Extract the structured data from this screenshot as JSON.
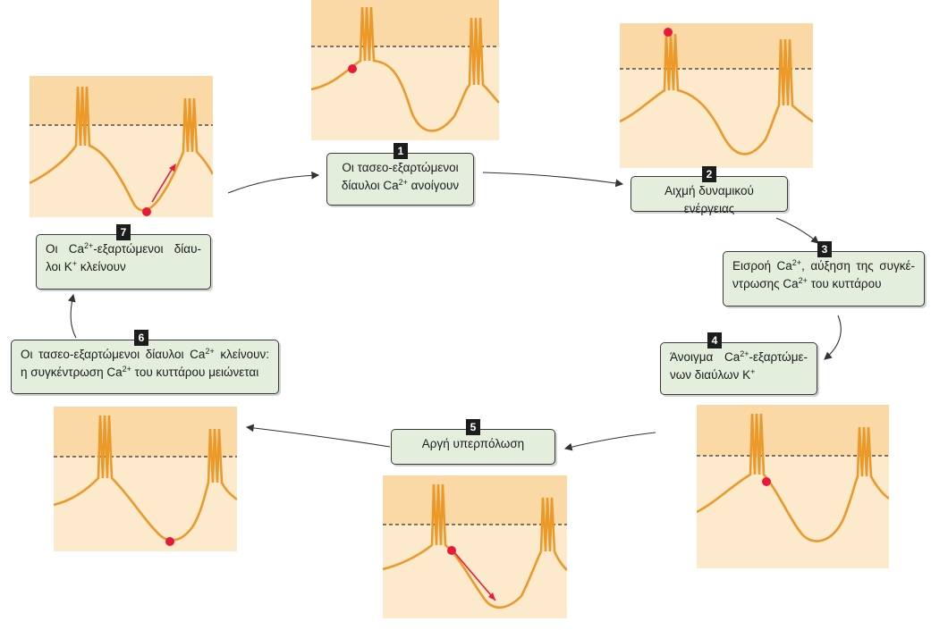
{
  "colors": {
    "panel_top": "#fbd9a7",
    "panel_bottom": "#fde9cb",
    "trace": "#eb9a2a",
    "dot": "#e81a3b",
    "box_fill": "#e4eedc",
    "box_border": "#3a3a3a",
    "number_badge": "#1c1c1c"
  },
  "steps": [
    {
      "num": "1",
      "lines": [
        [
          "Οι τασεο-εξαρτώμενοι"
        ],
        [
          "δίαυλοι Ca",
          {
            "sup": "2+"
          },
          " ανοίγουν"
        ]
      ]
    },
    {
      "num": "2",
      "lines": [
        [
          "Αιχμή δυναμικού ενέργειας"
        ]
      ]
    },
    {
      "num": "3",
      "lines": [
        [
          "Εισροή Ca",
          {
            "sup": "2+"
          },
          ", αύξηση της συγκέ-"
        ],
        [
          "ντρωσης Ca",
          {
            "sup": "2+"
          },
          " του κυττάρου"
        ]
      ]
    },
    {
      "num": "4",
      "lines": [
        [
          "Άνοιγμα Ca",
          {
            "sup": "2+"
          },
          "-εξαρτώμε-"
        ],
        [
          "νων διαύλων K",
          {
            "sup": "+"
          }
        ]
      ]
    },
    {
      "num": "5",
      "lines": [
        [
          "Αργή υπερπόλωση"
        ]
      ]
    },
    {
      "num": "6",
      "lines": [
        [
          "Οι τασεο-εξαρτώμενοι δίαυλοι Ca",
          {
            "sup": "2+"
          },
          " κλείνουν:"
        ],
        [
          "η συγκέντρωση Ca",
          {
            "sup": "2+"
          },
          " του κυττάρου μειώνεται"
        ]
      ]
    },
    {
      "num": "7",
      "lines": [
        [
          "Οι Ca",
          {
            "sup": "2+"
          },
          "-εξαρτώμενοι δίαυ-"
        ],
        [
          "λοι K",
          {
            "sup": "+"
          },
          " κλείνουν"
        ]
      ]
    }
  ],
  "panels": [
    {
      "id": "panel-step-1",
      "marker": "rising-phase"
    },
    {
      "id": "panel-step-2",
      "marker": "spike-peak"
    },
    {
      "id": "panel-step-3",
      "marker": "after-spike"
    },
    {
      "id": "panel-step-4",
      "marker": "slow-hyperpolarization"
    },
    {
      "id": "panel-step-5",
      "marker": "trough"
    },
    {
      "id": "panel-step-6",
      "marker": "recovery"
    }
  ]
}
